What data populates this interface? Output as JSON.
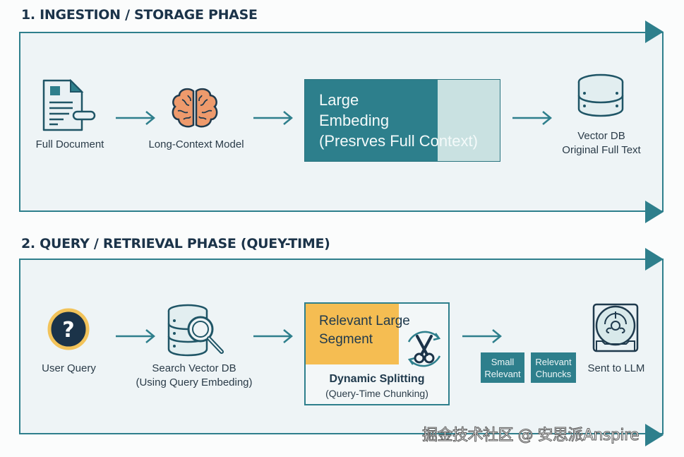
{
  "phase1": {
    "title": "1. INGESTION / STORAGE PHASE",
    "steps": [
      {
        "icon": "document-icon",
        "label": "Full Document"
      },
      {
        "icon": "brain-icon",
        "label": "Long-Context Model"
      },
      {
        "icon": "embedding-block",
        "label_lines": [
          "Large",
          "Embeding",
          "(Presrves Full Context)"
        ]
      },
      {
        "icon": "database-icon",
        "label_lines": [
          "Vector DB",
          "Original Full Text"
        ]
      }
    ]
  },
  "phase2": {
    "title": "2. QUERY / RETRIEVAL PHASE (QUEY-TIME)",
    "steps": [
      {
        "icon": "question-icon",
        "label": "User Query",
        "glyph": "?"
      },
      {
        "icon": "database-search-icon",
        "label_lines": [
          "Search Vector DB",
          "(Using Query Embeding)"
        ]
      },
      {
        "icon": "scissors-icon",
        "segment_lines": [
          "Relevant Large",
          "Segment"
        ],
        "label_lines": [
          "Dynamic Splitting",
          "(Query-Time Chunking)"
        ]
      },
      {
        "chunks": [
          [
            "Small",
            "Relevant"
          ],
          [
            "Relevant",
            "Chuncks"
          ]
        ]
      },
      {
        "icon": "llm-icon",
        "label": "Sent to LLM"
      }
    ]
  },
  "colors": {
    "teal": "#2e7f8c",
    "navy": "#1b3349",
    "orange": "#f5bd52",
    "panel_bg": "#eef4f6",
    "brain": "#ee9a6c"
  },
  "watermark": "掘金技术社区 @ 安思派Anspire"
}
